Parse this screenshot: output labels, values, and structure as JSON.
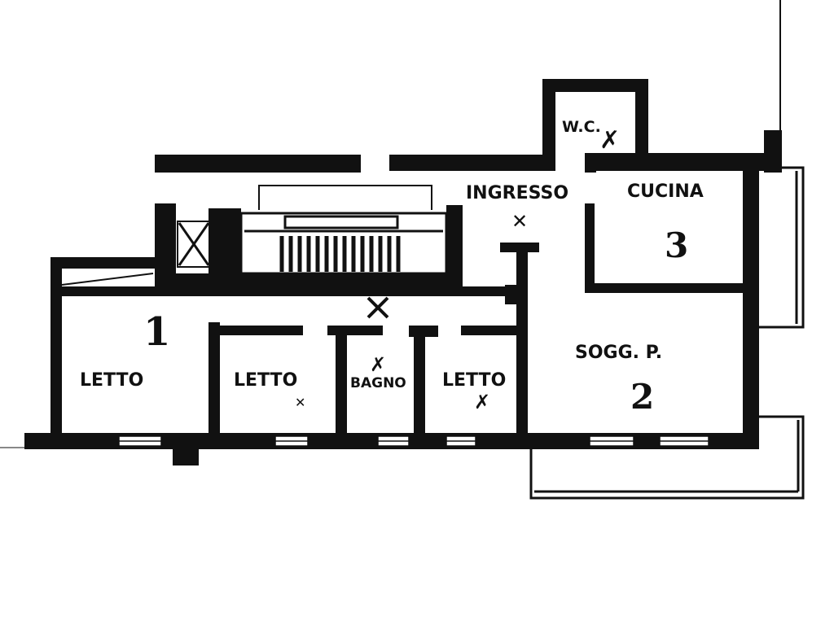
{
  "rooms": {
    "wc": "W.C.",
    "ingresso": "INGRESSO",
    "cucina": "CUCINA",
    "cucina_num": "3",
    "soggiorno": "SOGG. P.",
    "soggiorno_num": "2",
    "letto_1": "LETTO",
    "letto_1_num": "1",
    "letto_2": "LETTO",
    "bagno": "BAGNO",
    "letto_3": "LETTO"
  },
  "colors": {
    "wall": "#111111",
    "background": "#ffffff"
  }
}
